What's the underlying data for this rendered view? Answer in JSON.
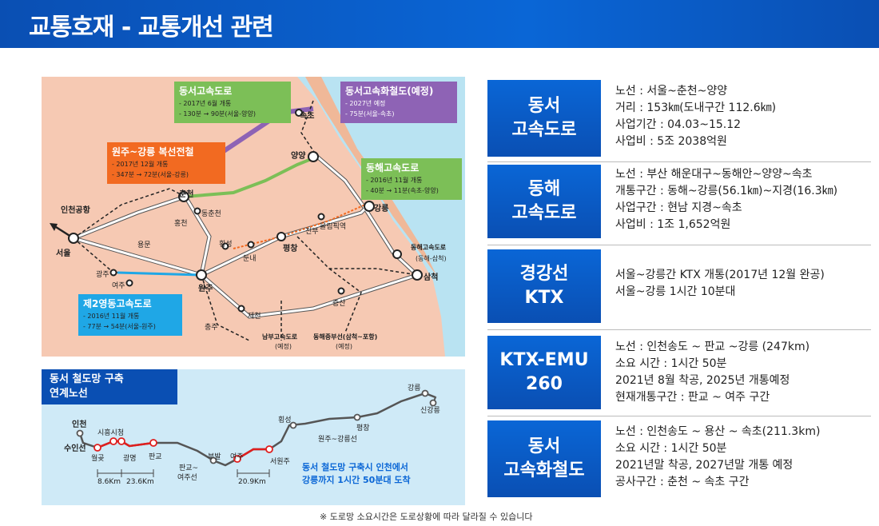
{
  "header": {
    "title": "교통호재 - 교통개선 관련"
  },
  "map": {
    "boxes": {
      "donseo_express": {
        "title": "동서고속도로",
        "sub1": "- 2017년 6월 개통",
        "sub2": "- 130분 → 90분(서울-양양)"
      },
      "donseo_rail": {
        "title": "동서고속화철도(예정)",
        "sub1": "- 2027년 예정",
        "sub2": "- 75분(서울-속초)"
      },
      "wonju_line": {
        "title": "원주~강릉 복선전철",
        "sub1": "- 2017년 12월 개통",
        "sub2": "- 347분 → 72분(서울-강릉)"
      },
      "donghae_express": {
        "title": "동해고속도로",
        "sub1": "- 2016년 11월 개통",
        "sub2": "- 40분 → 11분(속초-양양)"
      },
      "second_youngdong": {
        "title": "제2영동고속도로",
        "sub1": "- 2016년 11월 개통",
        "sub2": "- 77분 → 54분(서울-원주)"
      }
    },
    "cities": {
      "sokcho": "속초",
      "yangyang": "양양",
      "gangneung": "강릉",
      "samcheok": "삼척",
      "chuncheon": "춘천",
      "wonju": "원주",
      "seoul": "서울",
      "incheon_airport": "인천공항",
      "pyeongchang": "평창",
      "hoengseong": "횡성",
      "hongcheon": "홍천",
      "dongchuncheon": "동춘천",
      "yongmun": "용문",
      "gwangju": "광주",
      "yeoju": "여주",
      "chungju": "충주",
      "jecheon": "제천",
      "jeongseon": "증산",
      "jinbu": "진부",
      "olympic": "올림픽역",
      "munnae": "둔내",
      "donghae_exp_label": "동해고속도로",
      "donghae_exp_sub": "(동해-삼척)",
      "namboo": "남부고속도로",
      "namboo_sub": "(예정)",
      "donghae_jungbu": "동해중부선(삼척~포항)",
      "donghae_jungbu_sub": "(예정)"
    }
  },
  "mini": {
    "title1": "동서 철도망 구축",
    "title2": "연계노선",
    "stations": {
      "incheon": "인천",
      "suinseon": "수인선",
      "siheung": "시흥시청",
      "wolgot": "월곶",
      "gwangmyeong": "광명",
      "pangyo": "판교",
      "pangyo_yeoju": "판교~",
      "pangyo_yeoju2": "여주선",
      "bubal": "부발",
      "yeoju": "여주",
      "seowonju": "서원주",
      "hoengseong": "횡성",
      "wonju_gangneung": "원주~강릉선",
      "pyeongchang": "평창",
      "gangneung": "강릉",
      "singangneung": "신강릉"
    },
    "dist1": "8.6Km",
    "dist2": "23.6Km",
    "dist3": "20.9Km",
    "note1": "동서 철도망 구축시 인천에서",
    "note2": "강릉까지 1시간 50분대 도착"
  },
  "rows": [
    {
      "tag1": "동서",
      "tag2": "고속도로",
      "lines": [
        "노선 : 서울~춘천~양양",
        "거리 : 153㎞(도내구간 112.6㎞)",
        "사업기간 : 04.03~15.12",
        "사업비 : 5조 2038억원"
      ]
    },
    {
      "tag1": "동해",
      "tag2": "고속도로",
      "lines": [
        "노선 : 부산 해운대구~동해안~양양~속초",
        "개통구간 : 동해~강릉(56.1㎞)~지경(16.3㎞)",
        "사업구간 : 현남 지경~속초",
        "사업비 : 1조 1,652억원"
      ]
    },
    {
      "tag1": "경강선",
      "tag2": "KTX",
      "lines": [
        "서울~강릉간 KTX 개통(2017년 12월 완공)",
        "서울~강릉 1시간 10분대"
      ]
    },
    {
      "tag1": "KTX-EMU",
      "tag2": "260",
      "lines": [
        "노선 : 인천송도 ~ 판교 ~강릉 (247km)",
        "소요 시간 : 1시간 50분",
        "2021년 8월 착공, 2025년 개통예정",
        "현재개통구간 : 판교 ~ 여주 구간"
      ]
    },
    {
      "tag1": "동서",
      "tag2": "고속화철도",
      "lines": [
        "노선 : 인천송도 ~  용산 ~ 속초(211.3km)",
        "소요 시간 : 1시간 50분",
        "2021년말 착공, 2027년말 개통 예정",
        "공사구간 : 춘천 ~ 속초 구간"
      ]
    }
  ],
  "footnote": "※ 도로망 소요시간은 도로상황에 따라 달라질 수 있습니다",
  "colors": {
    "header": "#0a4fb3",
    "land": "#f6c9b3",
    "sea": "#b9e3f2",
    "green": "#7cbf57",
    "purple": "#8e63b5",
    "orange": "#f26a21",
    "cyan": "#1fa7e6"
  }
}
